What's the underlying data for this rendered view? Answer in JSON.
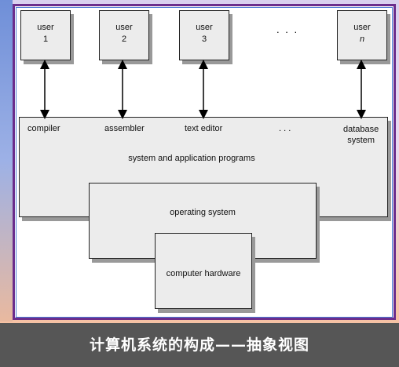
{
  "users": [
    {
      "label": "user",
      "id": "1"
    },
    {
      "label": "user",
      "id": "2"
    },
    {
      "label": "user",
      "id": "3"
    },
    {
      "label": "user",
      "id": "n"
    }
  ],
  "user_ellipsis": ". . .",
  "programs": {
    "compiler": "compiler",
    "assembler": "assembler",
    "text_editor": "text editor",
    "ellipsis": ". . .",
    "database_line1": "database",
    "database_line2": "system",
    "layer_label": "system and application programs"
  },
  "operating_system": "operating system",
  "computer_hardware": "computer hardware",
  "caption": "计算机系统的构成——抽象视图"
}
